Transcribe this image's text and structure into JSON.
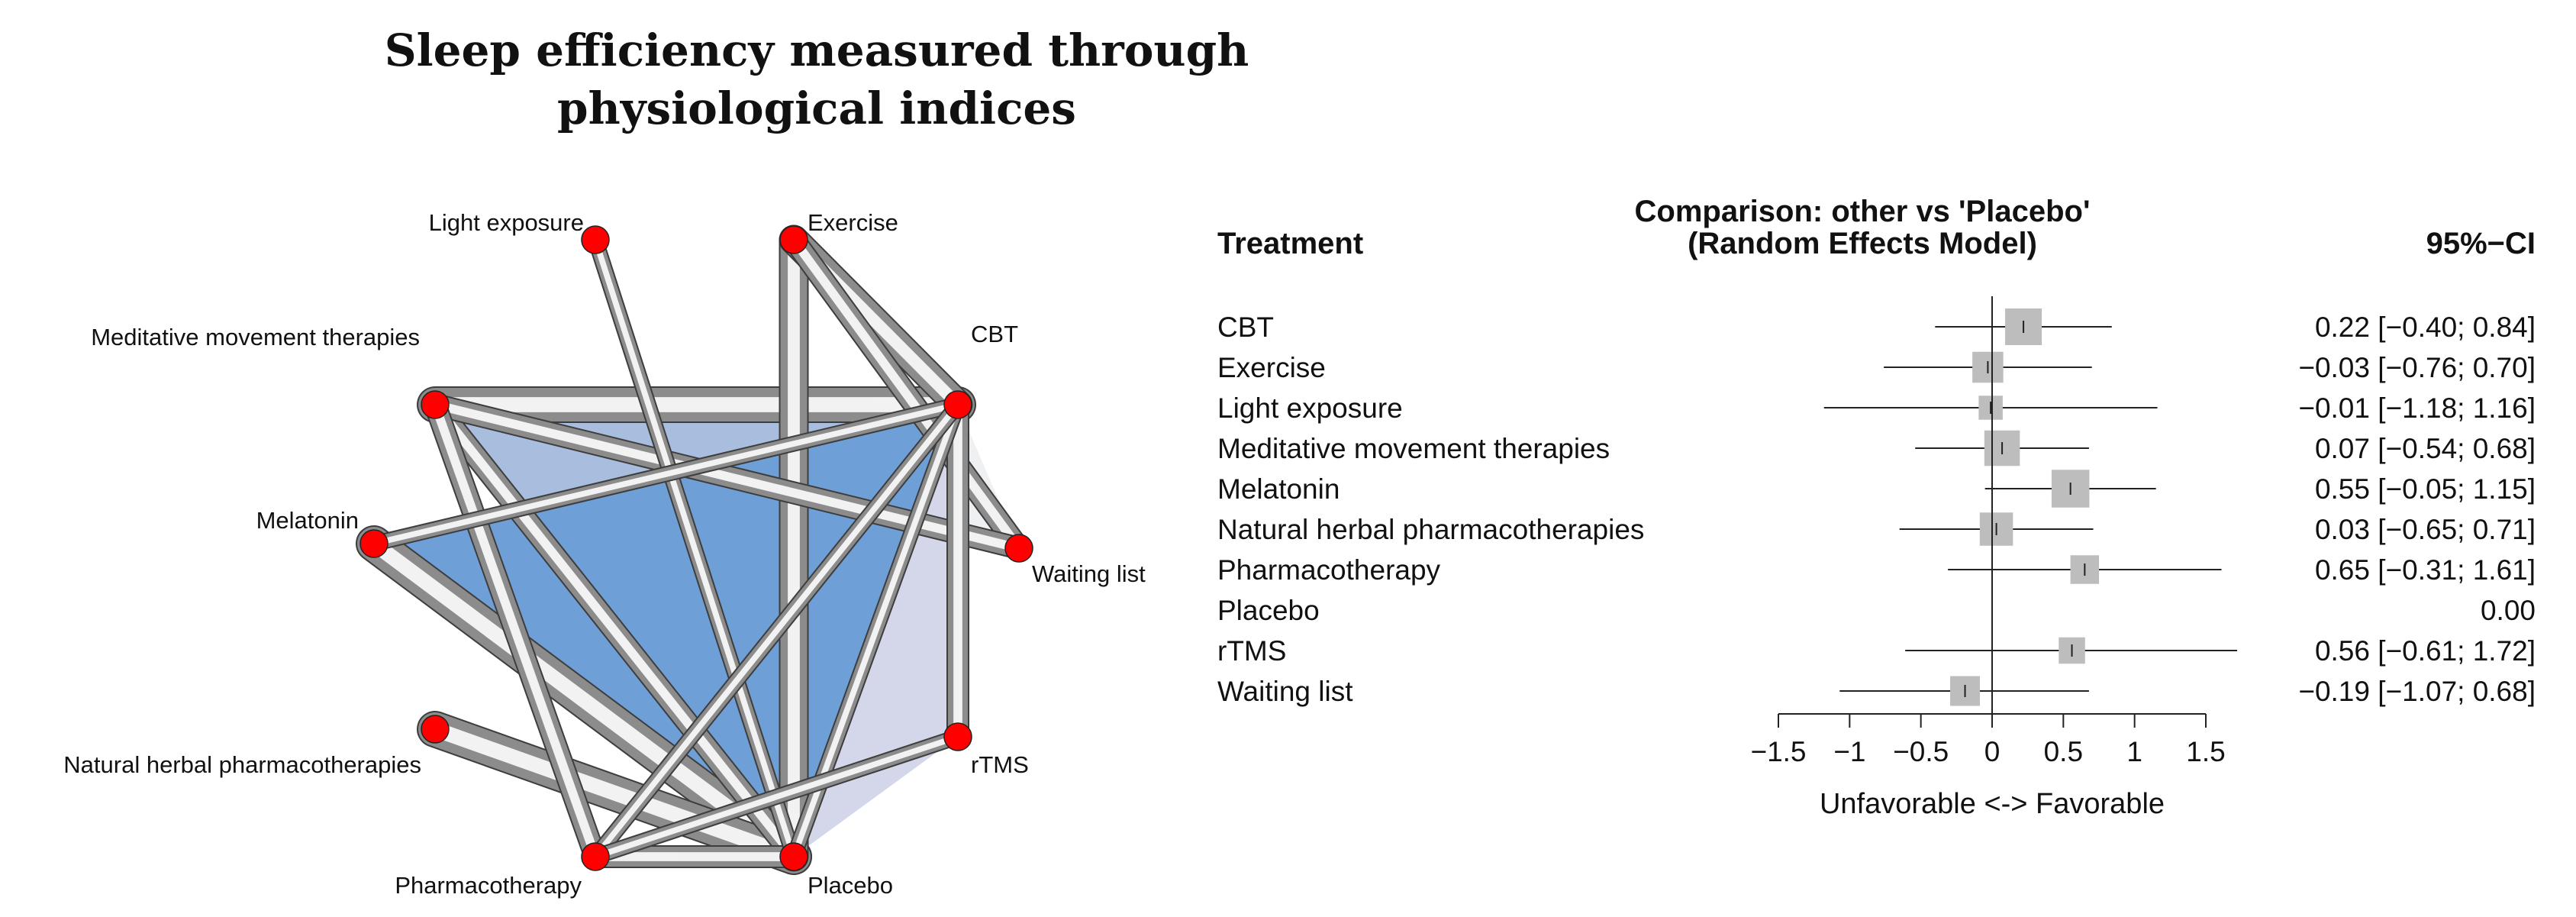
{
  "title_lines": [
    "Sleep efficiency measured through",
    "physiological indices"
  ],
  "chart_data": [
    {
      "type": "network",
      "nodes": [
        {
          "id": "Light exposure",
          "label": "Light exposure"
        },
        {
          "id": "Exercise",
          "label": "Exercise"
        },
        {
          "id": "Meditative movement therapies",
          "label": "Meditative movement therapies"
        },
        {
          "id": "CBT",
          "label": "CBT"
        },
        {
          "id": "Melatonin",
          "label": "Melatonin"
        },
        {
          "id": "Waiting list",
          "label": "Waiting list"
        },
        {
          "id": "Natural herbal pharmacotherapies",
          "label": "Natural herbal pharmacotherapies"
        },
        {
          "id": "rTMS",
          "label": "rTMS"
        },
        {
          "id": "Pharmacotherapy",
          "label": "Pharmacotherapy"
        },
        {
          "id": "Placebo",
          "label": "Placebo"
        }
      ],
      "edges": [
        {
          "from": "Meditative movement therapies",
          "to": "CBT",
          "weight": 4
        },
        {
          "from": "Melatonin",
          "to": "Placebo",
          "weight": 4
        },
        {
          "from": "Natural herbal pharmacotherapies",
          "to": "Placebo",
          "weight": 4
        },
        {
          "from": "Exercise",
          "to": "Placebo",
          "weight": 3
        },
        {
          "from": "Exercise",
          "to": "CBT",
          "weight": 3
        },
        {
          "from": "Exercise",
          "to": "Waiting list",
          "weight": 2
        },
        {
          "from": "Meditative movement therapies",
          "to": "Placebo",
          "weight": 2
        },
        {
          "from": "Meditative movement therapies",
          "to": "Waiting list",
          "weight": 2
        },
        {
          "from": "Meditative movement therapies",
          "to": "Pharmacotherapy",
          "weight": 2
        },
        {
          "from": "CBT",
          "to": "rTMS",
          "weight": 2
        },
        {
          "from": "Pharmacotherapy",
          "to": "Placebo",
          "weight": 2
        },
        {
          "from": "Light exposure",
          "to": "Placebo",
          "weight": 1
        },
        {
          "from": "Melatonin",
          "to": "CBT",
          "weight": 1
        },
        {
          "from": "CBT",
          "to": "Placebo",
          "weight": 1
        },
        {
          "from": "CBT",
          "to": "Pharmacotherapy",
          "weight": 1
        },
        {
          "from": "rTMS",
          "to": "Pharmacotherapy",
          "weight": 1
        }
      ],
      "faces": [
        {
          "nodes": [
            "Meditative movement therapies",
            "CBT",
            "Waiting list"
          ],
          "color": "#eff0f2"
        },
        {
          "nodes": [
            "CBT",
            "rTMS",
            "Placebo"
          ],
          "color": "#d4d7ea"
        },
        {
          "nodes": [
            "Meditative movement therapies",
            "CBT",
            "Placebo"
          ],
          "color": "#a9bede"
        },
        {
          "nodes": [
            "Melatonin",
            "CBT",
            "Placebo"
          ],
          "color": "#6e9fd7"
        }
      ],
      "node_color": "#ff0000"
    },
    {
      "type": "forest",
      "header_treatment": "Treatment",
      "header_comparison": [
        "Comparison: other vs 'Placebo'",
        "(Random Effects Model)"
      ],
      "header_ci": "95%−CI",
      "rows": [
        {
          "label": "CBT",
          "est": 0.22,
          "lower": -0.4,
          "upper": 0.84,
          "text": "0.22 [−0.40; 0.84]"
        },
        {
          "label": "Exercise",
          "est": -0.03,
          "lower": -0.76,
          "upper": 0.7,
          "text": "−0.03 [−0.76; 0.70]"
        },
        {
          "label": "Light exposure",
          "est": -0.01,
          "lower": -1.18,
          "upper": 1.16,
          "text": "−0.01 [−1.18; 1.16]"
        },
        {
          "label": "Meditative movement therapies",
          "est": 0.07,
          "lower": -0.54,
          "upper": 0.68,
          "text": "0.07 [−0.54; 0.68]"
        },
        {
          "label": "Melatonin",
          "est": 0.55,
          "lower": -0.05,
          "upper": 1.15,
          "text": "0.55 [−0.05; 1.15]"
        },
        {
          "label": "Natural herbal pharmacotherapies",
          "est": 0.03,
          "lower": -0.65,
          "upper": 0.71,
          "text": "0.03 [−0.65; 0.71]"
        },
        {
          "label": "Pharmacotherapy",
          "est": 0.65,
          "lower": -0.31,
          "upper": 1.61,
          "text": "0.65 [−0.31; 1.61]"
        },
        {
          "label": "Placebo",
          "est": null,
          "lower": null,
          "upper": null,
          "text": "0.00"
        },
        {
          "label": "rTMS",
          "est": 0.56,
          "lower": -0.61,
          "upper": 1.72,
          "text": "0.56 [−0.61; 1.72]"
        },
        {
          "label": "Waiting list",
          "est": -0.19,
          "lower": -1.07,
          "upper": 0.68,
          "text": "−0.19 [−1.07; 0.68]"
        }
      ],
      "box_weights": [
        1.0,
        0.75,
        0.45,
        0.95,
        1.05,
        0.85,
        0.65,
        0,
        0.55,
        0.7
      ],
      "xlim": [
        -1.5,
        1.5
      ],
      "xticks": [
        -1.5,
        -1,
        -0.5,
        0,
        0.5,
        1,
        1.5
      ],
      "xtick_labels": [
        "−1.5",
        "−1",
        "−0.5",
        "0",
        "0.5",
        "1",
        "1.5"
      ],
      "xlabel": "Unfavorable <-> Favorable",
      "null_value": 0
    }
  ]
}
